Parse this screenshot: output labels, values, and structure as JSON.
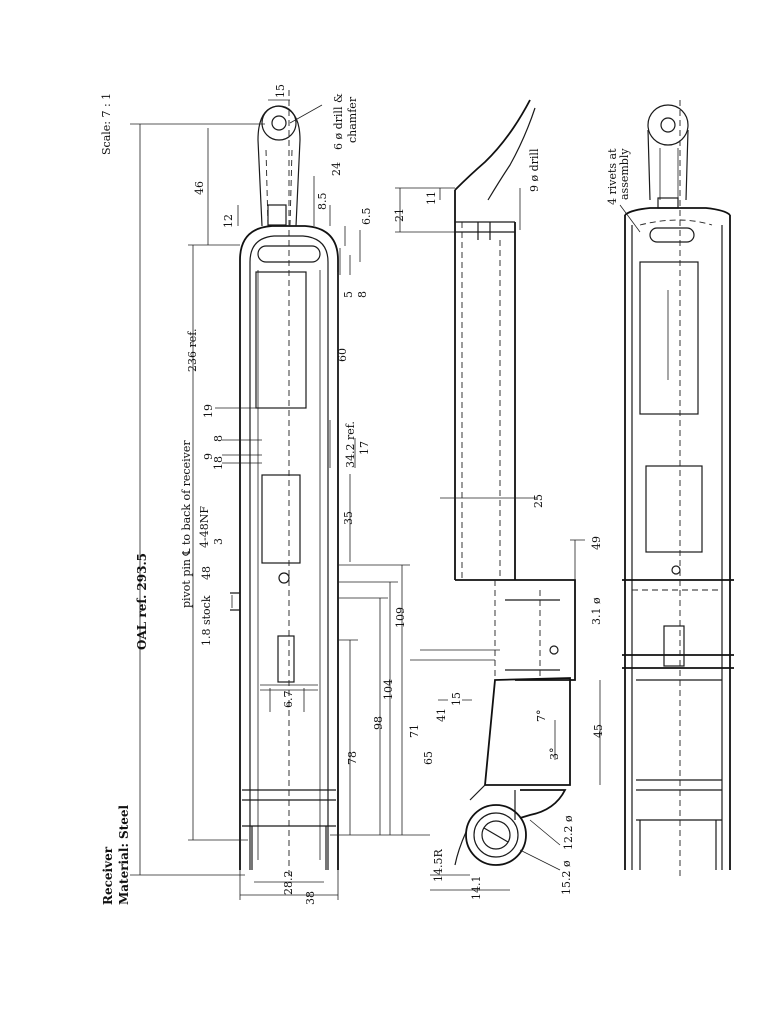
{
  "title_block": {
    "part_name": "Receiver",
    "material": "Material: Steel",
    "scale": "Scale: 7 : 1"
  },
  "top_view": {
    "overall_length": "OAL ref. 293.5",
    "ref_length": "236 ref.",
    "eye_dim": "15",
    "eye_note_line1": "6 ø drill &",
    "eye_note_line2": "chamfer",
    "neck_dim_46": "46",
    "neck_dim_24": "24",
    "neck_dim_8_5": "8.5",
    "neck_dim_12": "12",
    "neck_dim_6_5": "6.5",
    "slot_dim_5": "5",
    "slot_dim_8": "8",
    "window_dim_60": "60",
    "dim_19": "19",
    "dim_9": "9",
    "dim_8": "8",
    "dim_18": "18",
    "dim_34_2": "34.2 ref.",
    "dim_17": "17",
    "dim_35": "35",
    "pivot_note": "pivot pin ℄ to back of receiver",
    "thread_note": "4-48NF",
    "dim_3": "3",
    "dim_48": "48",
    "stock_note": "1.8 stock",
    "dim_109": "109",
    "dim_104": "104",
    "dim_98": "98",
    "dim_78": "78",
    "dim_6_7": "6.7",
    "width_28_2": "28.2",
    "width_38": "38"
  },
  "side_view": {
    "dim_21": "21",
    "dim_11": "11",
    "drill_9": "9 ø drill",
    "dim_25": "25",
    "dim_49": "49",
    "drill_3_1": "3.1 ø",
    "dim_71": "71",
    "dim_65": "65",
    "dim_41": "41",
    "dim_15": "15",
    "angle_7": "7°",
    "angle_3": "3°",
    "dim_45": "45",
    "dia_12_2": "12.2 ø",
    "dia_15_2": "15.2 ø",
    "radius_14_5": "14.5R",
    "dim_14_1": "14.1"
  },
  "bottom_view": {
    "rivet_note_line1": "4 rivets at",
    "rivet_note_line2": "assembly"
  }
}
